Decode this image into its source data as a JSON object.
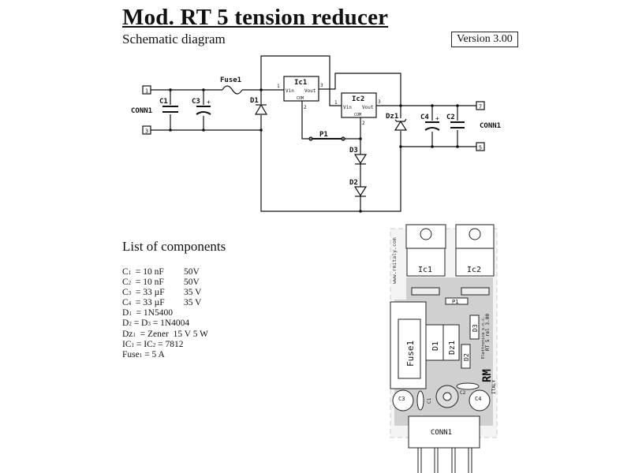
{
  "header": {
    "title": "Mod. RT 5 tension reducer",
    "subtitle": "Schematic diagram",
    "version": "Version 3.00"
  },
  "schematic": {
    "connector_label": "CONN1",
    "pins": {
      "in_pos": "1",
      "in_neg": "3",
      "out_pos": "7",
      "out_neg": "5"
    },
    "parts": {
      "c1": "C1",
      "c3": "C3",
      "fuse": "Fuse1",
      "d1": "D1",
      "ic1": "Ic1",
      "ic2": "Ic2",
      "vin": "Vin",
      "vout": "Vout",
      "com": "COM",
      "pin1": "1",
      "pin2": "2",
      "pin3": "3",
      "p1": "P1",
      "d3": "D3",
      "d2": "D2",
      "dz1": "Dz1",
      "c4": "C4",
      "c2": "C2",
      "plus": "+"
    }
  },
  "components": {
    "title": "List of components",
    "items": [
      [
        {
          "t": "C"
        },
        {
          "s": "1"
        },
        {
          "t": "  = 10 nF"
        },
        {
          "v": "50V"
        }
      ],
      [
        {
          "t": "C"
        },
        {
          "s": "2"
        },
        {
          "t": "  = 10 nF"
        },
        {
          "v": "50V"
        }
      ],
      [
        {
          "t": "C"
        },
        {
          "s": "3"
        },
        {
          "t": "  = 33 µF"
        },
        {
          "v": "35 V"
        }
      ],
      [
        {
          "t": "C"
        },
        {
          "s": "4"
        },
        {
          "t": "  = 33 µF"
        },
        {
          "v": "35 V"
        }
      ],
      [
        {
          "t": "D"
        },
        {
          "s": "1"
        },
        {
          "t": "  = 1N5400"
        }
      ],
      [
        {
          "t": "D"
        },
        {
          "s": "2"
        },
        {
          "t": " = D"
        },
        {
          "s": "3"
        },
        {
          "t": " = 1N4004"
        }
      ],
      [
        {
          "t": "Dz"
        },
        {
          "s": "1"
        },
        {
          "t": "  = Zener  15 V 5 W"
        }
      ],
      [
        {
          "t": "IC"
        },
        {
          "s": "1"
        },
        {
          "t": " = IC"
        },
        {
          "s": "2"
        },
        {
          "t": " = 7812"
        }
      ],
      [
        {
          "t": "Fuse"
        },
        {
          "s": "1"
        },
        {
          "t": " = 5 A"
        }
      ]
    ]
  },
  "pcb": {
    "website": "www.rmitaly.com",
    "ic1": "Ic1",
    "ic2": "Ic2",
    "p1": "P1",
    "fuse": "Fuse1",
    "d1": "D1",
    "dz1": "Dz1",
    "d2": "D2",
    "d3": "D3",
    "c1": "C1",
    "c2": "C2",
    "c3": "C3",
    "c4": "C4",
    "conn": "CONN1",
    "brand": "RM",
    "country": "ITALY",
    "company": "Elettronica s.n.c.",
    "model_rev": "RT 5 rel 3.00"
  }
}
